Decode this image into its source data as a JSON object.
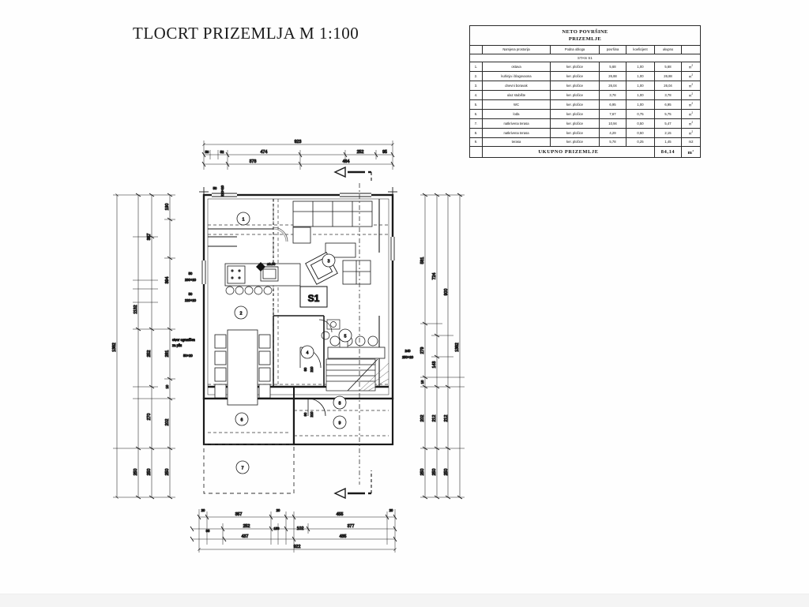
{
  "drawing": {
    "title": "TLOCRT PRIZEMLJA M 1:100",
    "unit_label": "S1",
    "level_marker": "±0.00",
    "wall_note_line1": "otvor ograničen",
    "wall_note_line2": "za pilu",
    "wall_note_dim": "50+20"
  },
  "areas_table": {
    "title_line1": "NETO POVRŠINE",
    "title_line2": "PRIZEMLJE",
    "headers": {
      "num": "",
      "name": "Namjena prostorija",
      "floor": "Podna obloga",
      "area": "površina",
      "coef": "koeficijent",
      "total": "ukupno",
      "unit": ""
    },
    "group_label": "STAN S1",
    "rows": [
      {
        "num": "1.",
        "name": "ostava",
        "floor": "ker. pločice",
        "area": "5,68",
        "coef": "1,00",
        "total": "5,68",
        "unit": "m"
      },
      {
        "num": "2.",
        "name": "kuhinja i blagovaona",
        "floor": "ker. pločice",
        "area": "26,88",
        "coef": "1,00",
        "total": "26,88",
        "unit": "m"
      },
      {
        "num": "3.",
        "name": "dnevni boravak",
        "floor": "ker. pločice",
        "area": "26,04",
        "coef": "1,00",
        "total": "26,04",
        "unit": "m"
      },
      {
        "num": "4.",
        "name": "ulaz stubište",
        "floor": "ker. pločice",
        "area": "3,78",
        "coef": "1,00",
        "total": "3,78",
        "unit": "m"
      },
      {
        "num": "5.",
        "name": "WC",
        "floor": "ker. pločice",
        "area": "6,95",
        "coef": "1,00",
        "total": "6,95",
        "unit": "m"
      },
      {
        "num": "6.",
        "name": "lođa",
        "floor": "ker. pločice",
        "area": "7,67",
        "coef": "0,75",
        "total": "5,75",
        "unit": "m"
      },
      {
        "num": "7.",
        "name": "natkrivena terasa",
        "floor": "ker. pločice",
        "area": "10,94",
        "coef": "0,50",
        "total": "5,47",
        "unit": "m"
      },
      {
        "num": "8.",
        "name": "natkrivena terasa",
        "floor": "ker. pločice",
        "area": "4,29",
        "coef": "0,50",
        "total": "2,15",
        "unit": "m"
      },
      {
        "num": "9.",
        "name": "terasa",
        "floor": "ker. pločice",
        "area": "5,78",
        "coef": "0,25",
        "total": "1,45",
        "unit": "m2"
      }
    ],
    "total_row": {
      "label": "UKUPNO PRIZEMLJE",
      "value": "84,14",
      "unit": "m"
    }
  },
  "dimensions": {
    "top": {
      "overall": "923",
      "chain_a": [
        "50",
        "52",
        "474",
        "252",
        "95"
      ],
      "chain_b": [
        "378",
        "464"
      ]
    },
    "bottom": {
      "chain_a": [
        "20",
        "357",
        "20",
        "455",
        "20"
      ],
      "chain_b": [
        "93",
        "252",
        "153",
        "102",
        "377"
      ],
      "chain_c": [
        "437",
        "485"
      ],
      "overall": "922"
    },
    "left": {
      "overall": "1382",
      "chain_a": [
        "1132",
        "250"
      ],
      "chain_b": [
        "387",
        "252",
        "270",
        "250"
      ],
      "chain_c": [
        "190",
        "394",
        "281",
        "10",
        "202",
        "250"
      ]
    },
    "right": {
      "overall": "1382",
      "chain_a": [
        "900",
        "250"
      ],
      "chain_b": [
        "724",
        "212",
        "212",
        "250"
      ],
      "chain_c": [
        "561",
        "279",
        "143",
        "10",
        "202",
        "250"
      ]
    },
    "openings": {
      "o1": "50",
      "o1b": "220+20",
      "o2": "50",
      "o2b": "230+20",
      "o3": "50",
      "o3b": "220+20",
      "o4": "240",
      "o4b": "250+20",
      "o5": "80",
      "o5b": "210",
      "o6": "90",
      "o6b": "210"
    }
  },
  "room_numbers": [
    "1",
    "2",
    "3",
    "4",
    "5",
    "6",
    "7",
    "8",
    "9"
  ]
}
